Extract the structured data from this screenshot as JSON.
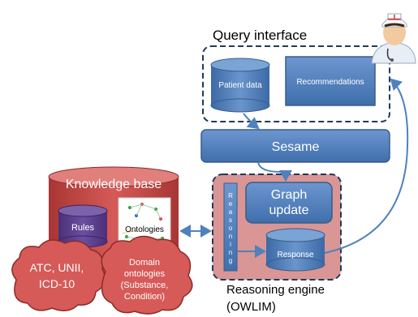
{
  "query_interface": {
    "title": "Query interface",
    "patient_data": "Patient data",
    "recommendations": "Recommendations",
    "user_icon": "doctor-icon"
  },
  "sesame": "Sesame",
  "knowledge_base": {
    "title": "Knowledge base",
    "rules": "Rules",
    "ontologies": "Ontologies"
  },
  "clouds": {
    "codes": [
      "ATC, UNII,",
      "ICD-10"
    ],
    "domain": [
      "Domain",
      "ontologies",
      "(Substance,",
      "Condition)"
    ]
  },
  "reasoning_engine": {
    "reasoning_bar": "Reasoning",
    "graph_update": [
      "Graph",
      "update"
    ],
    "response": "Response",
    "title": [
      "Reasoning engine",
      "(OWLIM)"
    ]
  },
  "colors": {
    "blue_fill": "#4f81bd",
    "blue_dark": "#385d8a",
    "red_fill": "#c0504d",
    "pink_fill": "#d99694",
    "dashed_border": "#1f3a5f"
  }
}
